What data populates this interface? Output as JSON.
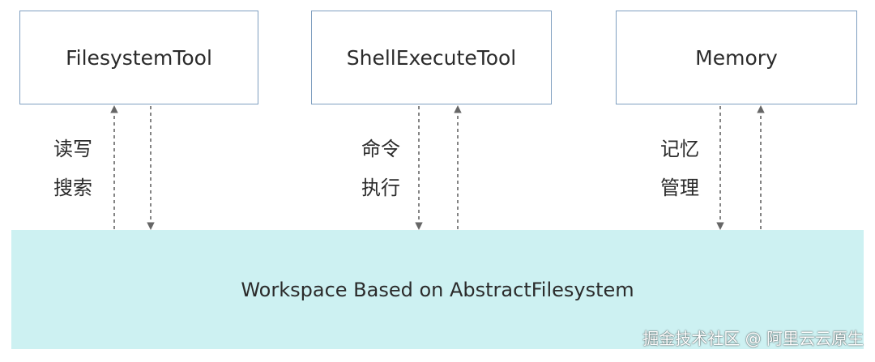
{
  "boxes": {
    "filesystem_tool": "FilesystemTool",
    "shell_execute_tool": "ShellExecuteTool",
    "memory": "Memory"
  },
  "edge_labels": {
    "filesystem": {
      "line1": "读写",
      "line2": "搜索"
    },
    "shell": {
      "line1": "命令",
      "line2": "执行"
    },
    "memory": {
      "line1": "记忆",
      "line2": "管理"
    }
  },
  "workspace": {
    "label": "Workspace Based on AbstractFilesystem"
  },
  "watermark": "掘金技术社区 @ 阿里云云原生",
  "colors": {
    "box_border": "#7f9fc0",
    "workspace_fill": "#cdf1f2",
    "arrow": "#666666"
  }
}
